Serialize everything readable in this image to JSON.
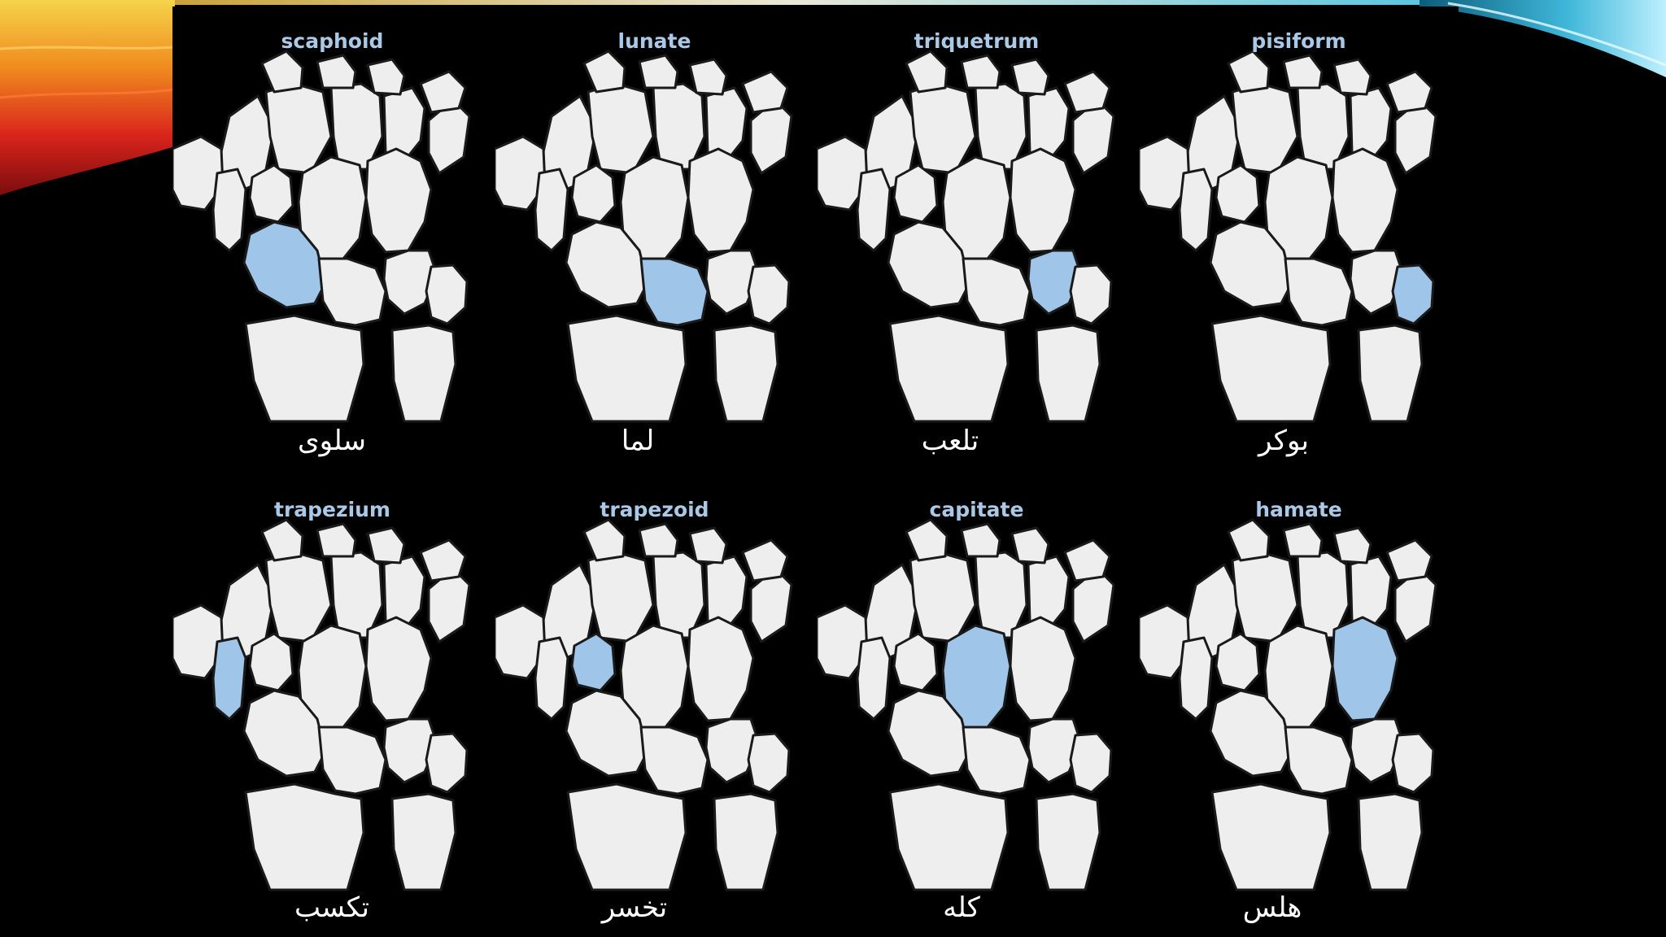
{
  "top_row": [
    {
      "label": "scaphoid",
      "caption": "سلوى",
      "highlight": "scaphoid"
    },
    {
      "label": "lunate",
      "caption": "لما",
      "highlight": "lunate"
    },
    {
      "label": "triquetrum",
      "caption": "تلعب",
      "highlight": "triquetrum"
    },
    {
      "label": "pisiform",
      "caption": "بوکر",
      "highlight": "pisiform"
    }
  ],
  "bottom_row": [
    {
      "label": "trapezium",
      "caption": "تکسب",
      "highlight": "trapezium"
    },
    {
      "label": "trapezoid",
      "caption": "تخسر",
      "highlight": "trapezoid"
    },
    {
      "label": "capitate",
      "caption": "کله",
      "highlight": "capitate"
    },
    {
      "label": "hamate",
      "caption": "هلس",
      "highlight": "hamate"
    }
  ],
  "colors": {
    "bone": "#eeeeee",
    "highlight": "#9fc5e8",
    "label": "#a9c9e6",
    "caption": "#ffffff",
    "background": "#000000"
  }
}
